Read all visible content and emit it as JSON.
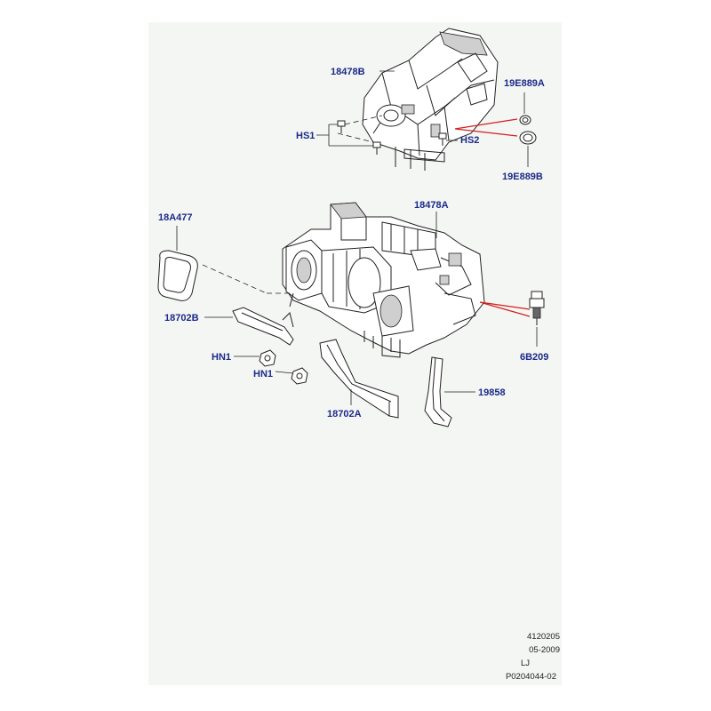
{
  "callouts": {
    "c18478B": "18478B",
    "c19E889A": "19E889A",
    "cHS1": "HS1",
    "cHS2": "HS2",
    "c19E889B": "19E889B",
    "c18A477": "18A477",
    "c18478A": "18478A",
    "c18702B": "18702B",
    "c6B209": "6B209",
    "cHN1a": "HN1",
    "cHN1b": "HN1",
    "c19858": "19858",
    "c18702A": "18702A"
  },
  "footer": {
    "line1": "4120205",
    "line2": "05-2009",
    "line3": "LJ",
    "line4": "P0204044-02"
  },
  "colors": {
    "callout_text": "#1b2a8a",
    "highlight_lines": "#d42020",
    "sheet_background": "#f4f6f3"
  }
}
